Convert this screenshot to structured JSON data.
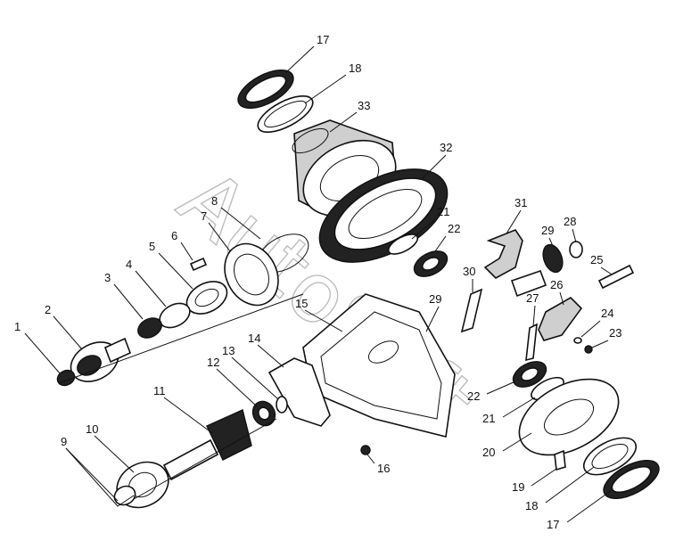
{
  "watermark": "AutoSoft",
  "callouts": [
    {
      "id": "c1",
      "text": "1"
    },
    {
      "id": "c2",
      "text": "2"
    },
    {
      "id": "c3",
      "text": "3"
    },
    {
      "id": "c4",
      "text": "4"
    },
    {
      "id": "c5",
      "text": "5"
    },
    {
      "id": "c6",
      "text": "6"
    },
    {
      "id": "c7",
      "text": "7"
    },
    {
      "id": "c8",
      "text": "8"
    },
    {
      "id": "c9",
      "text": "9"
    },
    {
      "id": "c10",
      "text": "10"
    },
    {
      "id": "c11",
      "text": "11"
    },
    {
      "id": "c12",
      "text": "12"
    },
    {
      "id": "c13",
      "text": "13"
    },
    {
      "id": "c14",
      "text": "14"
    },
    {
      "id": "c15",
      "text": "15"
    },
    {
      "id": "c16",
      "text": "16"
    },
    {
      "id": "c17a",
      "text": "17"
    },
    {
      "id": "c17b",
      "text": "17"
    },
    {
      "id": "c18a",
      "text": "18"
    },
    {
      "id": "c18b",
      "text": "18"
    },
    {
      "id": "c19",
      "text": "19"
    },
    {
      "id": "c20",
      "text": "20"
    },
    {
      "id": "c21a",
      "text": "21"
    },
    {
      "id": "c21b",
      "text": "21"
    },
    {
      "id": "c22a",
      "text": "22"
    },
    {
      "id": "c22b",
      "text": "22"
    },
    {
      "id": "c23",
      "text": "23"
    },
    {
      "id": "c24",
      "text": "24"
    },
    {
      "id": "c25",
      "text": "25"
    },
    {
      "id": "c26",
      "text": "26"
    },
    {
      "id": "c27",
      "text": "27"
    },
    {
      "id": "c28",
      "text": "28"
    },
    {
      "id": "c29a",
      "text": "29"
    },
    {
      "id": "c29b",
      "text": "29"
    },
    {
      "id": "c30",
      "text": "30"
    },
    {
      "id": "c31",
      "text": "31"
    },
    {
      "id": "c32",
      "text": "32"
    },
    {
      "id": "c33",
      "text": "33"
    }
  ]
}
